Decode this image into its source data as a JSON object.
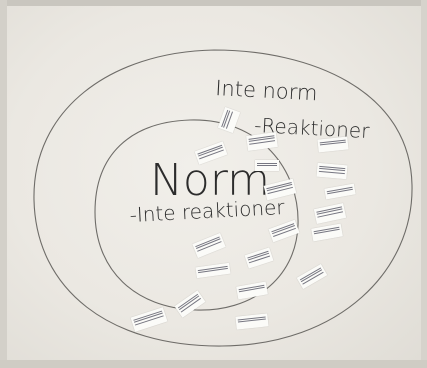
{
  "whiteboard": {
    "outer_label_line1": "Inte norm",
    "outer_label_line2": "-Reaktioner",
    "inner_label_line1": "Norm",
    "inner_label_line2": "-Inte reaktioner"
  },
  "colors": {
    "ink": "#2c2c2c",
    "circle_stroke": "#6e6c68",
    "note_paper": "#fbfbf8",
    "board": "#ece9e3"
  }
}
